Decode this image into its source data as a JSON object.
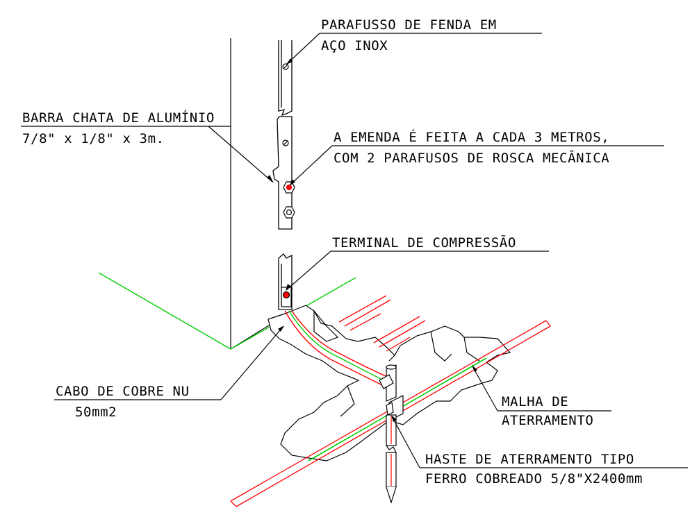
{
  "labels": {
    "screw_line1": "PARAFUSSO DE FENDA EM",
    "screw_line2": "AÇO INOX",
    "bar_line1": "BARRA CHATA DE ALUMÍNIO",
    "bar_line2": "7/8\" x 1/8\" x 3m.",
    "splice_line1": "A EMENDA É FEITA A CADA 3 METROS,",
    "splice_line2": "COM 2 PARAFUSOS DE ROSCA MECÂNICA",
    "terminal": "TERMINAL DE COMPRESSÃO",
    "cable_line1": "CABO DE COBRE NU",
    "cable_line2": "50mm2",
    "mesh_line1": "MALHA DE",
    "mesh_line2": "ATERRAMENTO",
    "rod_line1": "HASTE DE ATERRAMENTO TIPO",
    "rod_line2": "FERRO COBREADO 5/8\"X2400mm"
  },
  "colors": {
    "line": "#000000",
    "copper": "#ff0000",
    "green": "#00cc00",
    "background": "#ffffff"
  }
}
